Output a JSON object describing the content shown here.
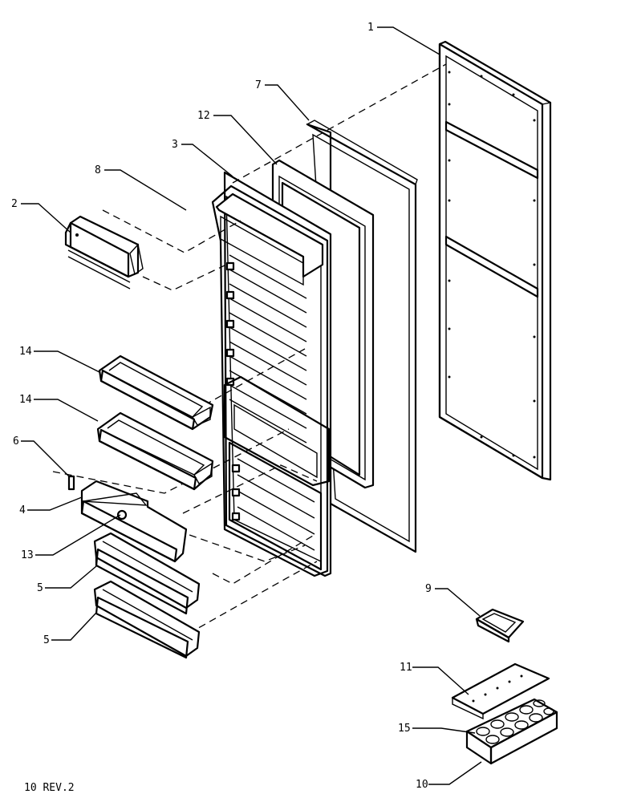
{
  "callouts": {
    "c1": "1",
    "c2": "2",
    "c3": "3",
    "c4": "4",
    "c5a": "5",
    "c5b": "5",
    "c6": "6",
    "c7": "7",
    "c8": "8",
    "c9": "9",
    "c10": "10",
    "c11": "11",
    "c12": "12",
    "c13": "13",
    "c14a": "14",
    "c14b": "14",
    "c15": "15"
  },
  "footer": {
    "code": "10 REV.2"
  }
}
